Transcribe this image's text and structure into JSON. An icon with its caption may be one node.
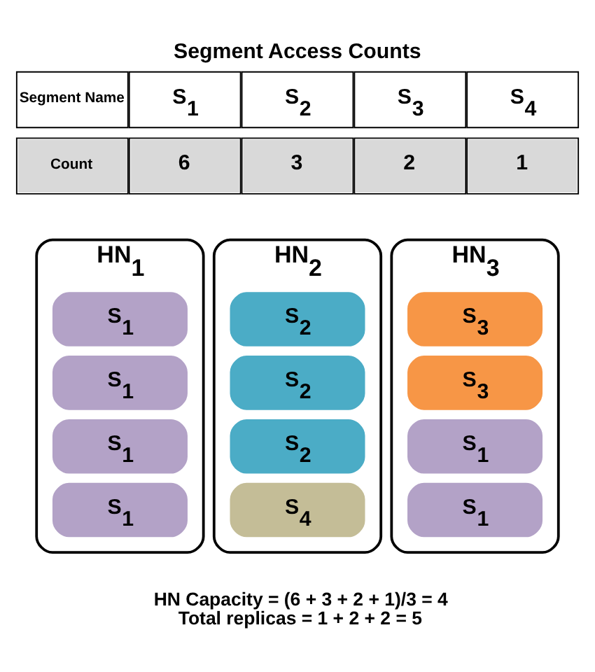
{
  "diagram": {
    "title": "Segment Access Counts",
    "nodes": [
      {
        "text": [
          "HN$_{1}$"
        ]
      },
      {
        "text": [
          "S$_{1}$"
        ],
        "in": 0
      },
      {
        "text": [
          "S$_{1}$"
        ],
        "in": 0
      },
      {
        "text": [
          "S$_{1}$"
        ],
        "in": 0
      },
      {
        "text": [
          "S$_{1}$"
        ],
        "in": 0
      },
      {
        "text": [
          "HN$_{2}$"
        ]
      },
      {
        "text": [
          "S$_{2}$"
        ],
        "in": 5
      },
      {
        "text": [
          "S$_{2}$"
        ],
        "in": 5
      },
      {
        "text": [
          "S$_{2}$"
        ],
        "in": 5
      },
      {
        "text": [
          "S$_{4}$"
        ],
        "in": 5
      },
      {
        "text": [
          "HN$_{3}$"
        ]
      },
      {
        "text": [
          "S$_{3}$"
        ],
        "in": 10
      },
      {
        "text": [
          "S$_{3}$"
        ],
        "in": 10
      },
      {
        "text": [
          "S$_{1}$"
        ],
        "in": 10
      },
      {
        "text": [
          "S$_{1}$"
        ],
        "in": 10
      }
    ],
    "edges": [],
    "labels": [
      "Segment Name",
      "S$_{1}$",
      "S$_{2}$",
      "S$_{3}$",
      "S$_{4}$",
      "Count",
      "6",
      "3",
      "2",
      "1",
      "HN Capacity = (6 + 3 + 2 + 1)/3 = 4",
      "Total replicas = 1 + 2 + 2 = 5"
    ]
  }
}
